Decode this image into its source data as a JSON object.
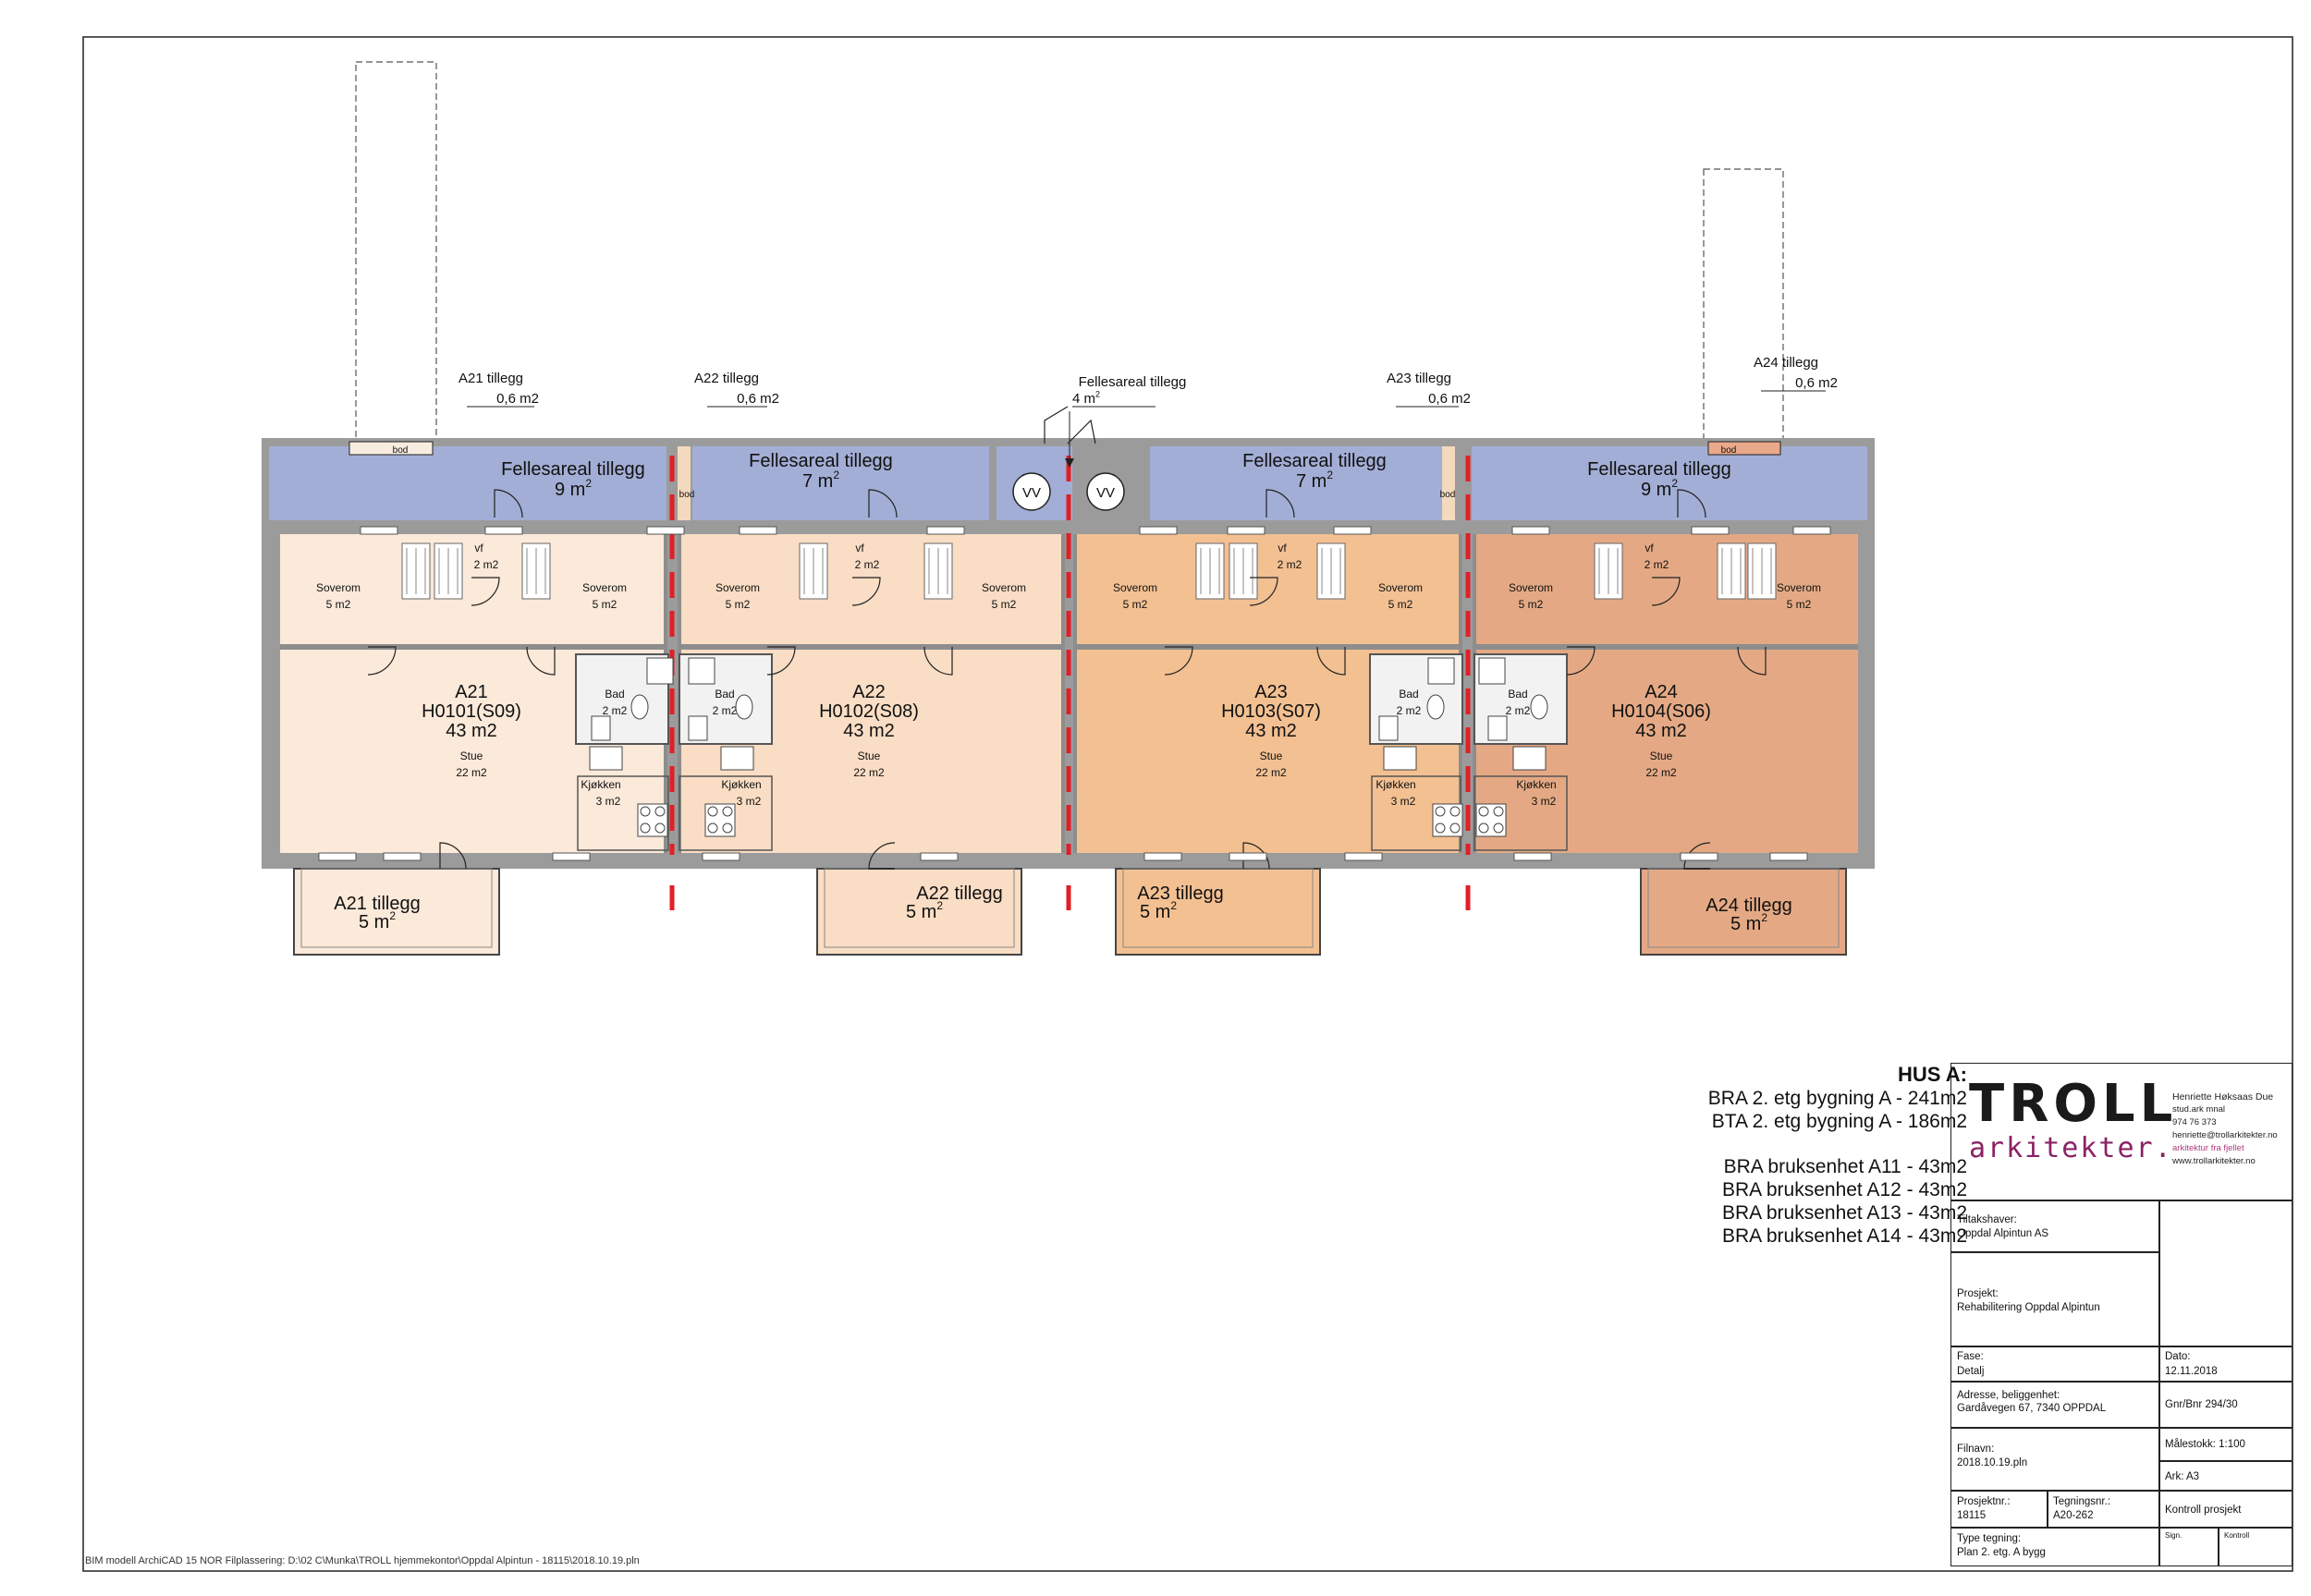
{
  "rooms": {
    "soverom": "Soverom",
    "five_m2": "5 m2",
    "vf": "vf",
    "two_m2": "2 m2",
    "bad": "Bad",
    "stue": "Stue",
    "twentytwo_m2": "22 m2",
    "kjokken": "Kjøkken",
    "three_m2": "3 m2",
    "bod": "bod",
    "vv": "VV",
    "area43": "43 m2"
  },
  "units": [
    {
      "name": "A21",
      "code": "H0101(S09)",
      "fill": "#fbe9d9"
    },
    {
      "name": "A22",
      "code": "H0102(S08)",
      "fill": "#f9ddc4"
    },
    {
      "name": "A23",
      "code": "H0103(S07)",
      "fill": "#f3c092"
    },
    {
      "name": "A24",
      "code": "H0104(S06)",
      "fill": "#e4a984"
    }
  ],
  "storage_tillegg": [
    {
      "label": "A21 tillegg",
      "value": "0,6 m2"
    },
    {
      "label": "A22 tillegg",
      "value": "0,6 m2"
    },
    {
      "label": "A23 tillegg",
      "value": "0,6 m2"
    },
    {
      "label": "A24 tillegg",
      "value": "0,6 m2"
    }
  ],
  "fellesareal_top": {
    "label": "Fellesareal tillegg",
    "value": "4 m"
  },
  "fellesareal": [
    {
      "label": "Fellesareal tillegg",
      "value": "9 m"
    },
    {
      "label": "Fellesareal tillegg",
      "value": "7 m"
    },
    {
      "label": "Fellesareal tillegg",
      "value": "7 m"
    },
    {
      "label": "Fellesareal tillegg",
      "value": "9 m"
    }
  ],
  "balconies": [
    {
      "label": "A21 tillegg",
      "value": "5 m"
    },
    {
      "label": "A22 tillegg",
      "value": "5 m"
    },
    {
      "label": "A23 tillegg",
      "value": "5 m"
    },
    {
      "label": "A24 tillegg",
      "value": "5 m"
    }
  ],
  "sup2": "2",
  "colors": {
    "common": "#a3aed6",
    "wall": "#9b9b9b",
    "divider": "#e21f26"
  },
  "info": {
    "heading": "HUS A:",
    "lines": [
      "BRA 2. etg bygning A - 241m2",
      "BTA 2. etg bygning A - 186m2"
    ],
    "units": [
      "BRA bruksenhet A11 - 43m2",
      "BRA bruksenhet A12 - 43m2",
      "BRA bruksenhet A13 - 43m2",
      "BRA bruksenhet A14 - 43m2"
    ]
  },
  "logo": {
    "main": "TROLL",
    "sub": "arkitekter."
  },
  "contact": [
    "Henriette Høksaas Due",
    "stud.ark mnal",
    "974 76 373",
    "henriette@trollarkitekter.no",
    "arkitektur fra fjellet",
    "www.trollarkitekter.no"
  ],
  "titleblock": {
    "tiltakshaver_label": "Tiltakshaver:",
    "tiltakshaver": "Oppdal Alpintun AS",
    "prosjekt_label": "Prosjekt:",
    "prosjekt": "Rehabilitering Oppdal Alpintun",
    "fase_label": "Fase:",
    "fase": "Detalj",
    "dato_label": "Dato:",
    "dato": "12.11.2018",
    "adresse_label": "Adresse, beliggenhet:",
    "adresse": "Gardåvegen 67, 7340 OPPDAL",
    "gnr": "Gnr/Bnr 294/30",
    "malestokk": "Målestokk: 1:100",
    "filnavn_label": "Filnavn:",
    "filnavn": "2018.10.19.pln",
    "ark": "Ark: A3",
    "prosjektnr_label": "Prosjektnr.:",
    "prosjektnr": "18115",
    "tegningsnr_label": "Tegningsnr.:",
    "tegningsnr": "A20-262",
    "kontroll": "Kontroll prosjekt",
    "type_label": "Type tegning:",
    "type": "Plan 2. etg. A bygg",
    "sign": "Sign.",
    "kontroll_small": "Kontroll"
  },
  "footer": "BIM modell ArchiCAD 15 NOR    Filplassering: D:\\02 C\\Munka\\TROLL hjemmekontor\\Oppdal Alpintun - 18115\\2018.10.19.pln"
}
